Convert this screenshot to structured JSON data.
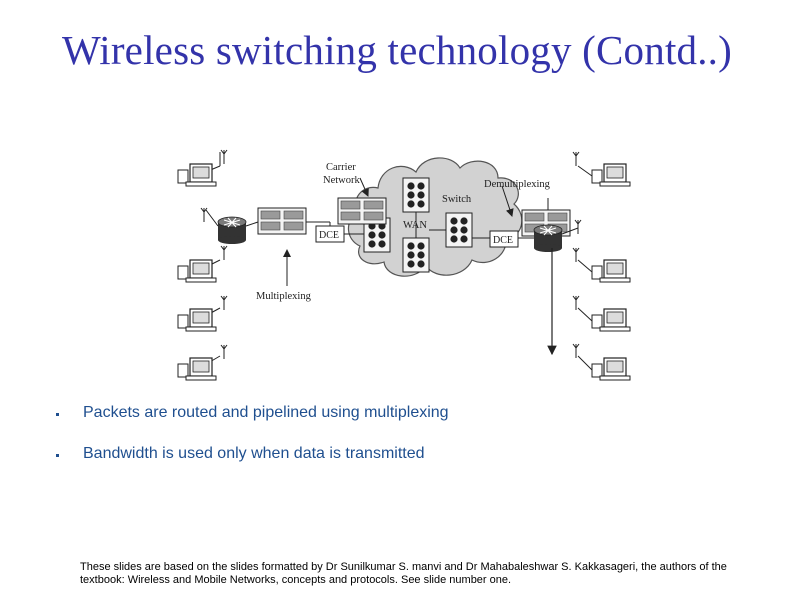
{
  "slide": {
    "title": "Wireless switching technology (Contd..)",
    "bullets": [
      "Packets are routed and pipelined using multiplexing",
      "Bandwidth is used only when data is transmitted"
    ],
    "footer": "These slides are based on the slides formatted by Dr Sunilkumar S. manvi and Dr Mahabaleshwar S. Kakkasageri, the authors of the textbook: Wireless and Mobile Networks, concepts and protocols. See slide number one."
  },
  "diagram": {
    "labels": {
      "carrier_line1": "Carrier",
      "carrier_line2": "Network",
      "demultiplexing": "Demultiplexing",
      "switch": "Switch",
      "wan": "WAN",
      "dce_left": "DCE",
      "dce_right": "DCE",
      "multiplexing": "Multiplexing"
    },
    "icons": [
      "terminal-icon",
      "antenna-icon",
      "router-icon",
      "mux-icon",
      "cloud-icon"
    ]
  }
}
